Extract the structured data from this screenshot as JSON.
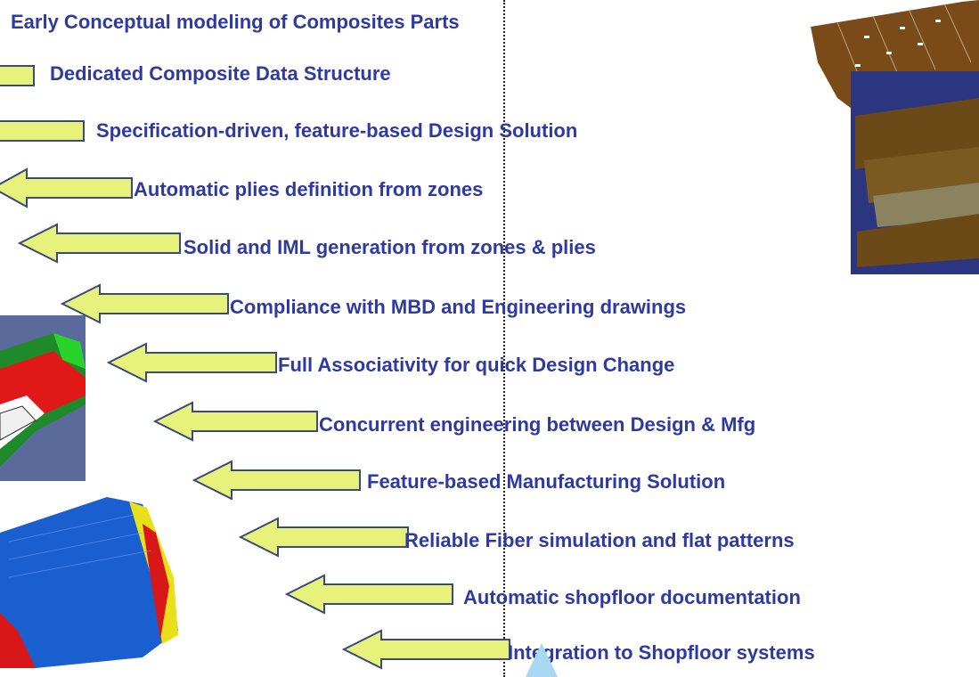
{
  "slide": {
    "title": "Early Conceptual modeling of Composites Parts",
    "features": [
      {
        "label": "Dedicated Composite Data Structure"
      },
      {
        "label": "Specification-driven, feature-based Design Solution"
      },
      {
        "label": "Automatic plies definition from zones"
      },
      {
        "label": "Solid and IML generation from zones & plies"
      },
      {
        "label": "Compliance with MBD and Engineering drawings"
      },
      {
        "label": "Full Associativity for quick Design Change"
      },
      {
        "label": "Concurrent engineering between Design & Mfg"
      },
      {
        "label": "Feature-based Manufacturing Solution"
      },
      {
        "label": "Reliable Fiber simulation and flat patterns"
      },
      {
        "label": "Automatic shopfloor documentation"
      },
      {
        "label": "Integration to Shopfloor systems"
      }
    ]
  },
  "colors": {
    "text": "#2f3aa0",
    "arrow_fill": "#e6f27a",
    "arrow_stroke": "#3a4a7a"
  },
  "icons": {
    "arrow": "left-arrow-icon"
  }
}
